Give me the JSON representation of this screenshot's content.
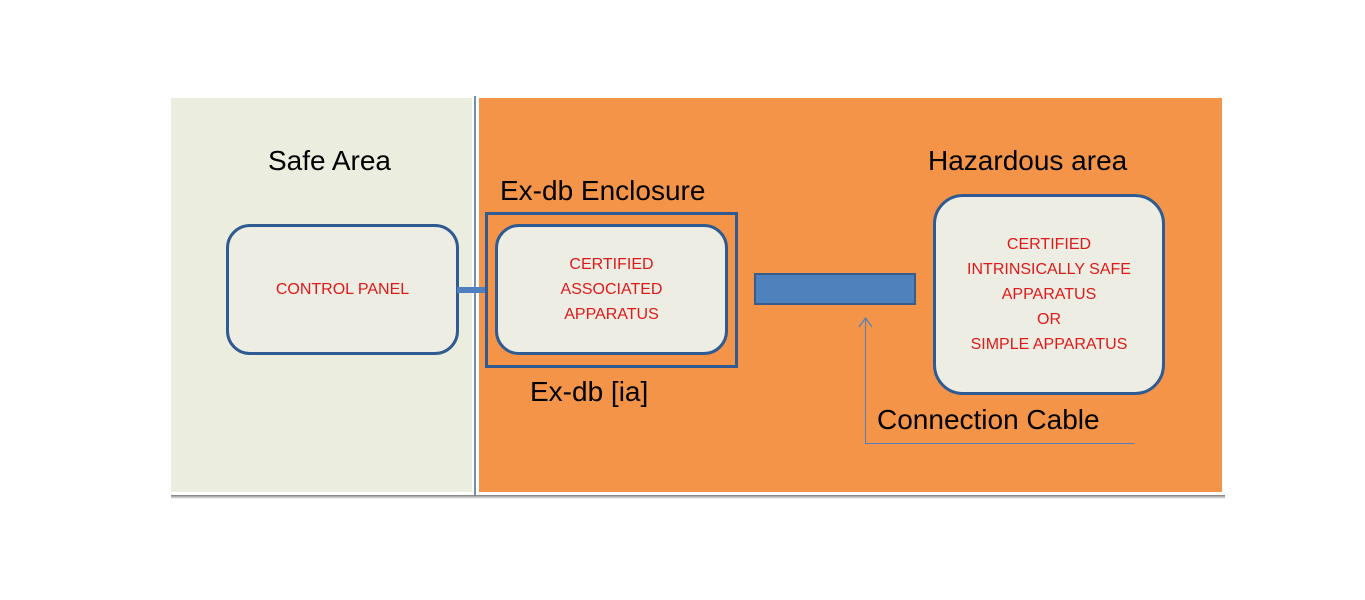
{
  "zones": {
    "safe": {
      "title": "Safe Area",
      "color": "#ebeedf"
    },
    "hazardous": {
      "title": "Hazardous area",
      "color": "#f39449"
    }
  },
  "nodes": {
    "control_panel": {
      "label": "CONTROL PANEL"
    },
    "associated_apparatus": {
      "label": "CERTIFIED\nASSOCIATED\nAPPARATUS"
    },
    "field_apparatus": {
      "label": "CERTIFIED\nINTRINSICALLY SAFE\nAPPARATUS\nOR\nSIMPLE APPARATUS"
    }
  },
  "labels": {
    "enclosure_title": "Ex-db Enclosure",
    "enclosure_marking": "Ex-db [ia]",
    "cable_label": "Connection Cable"
  },
  "colors": {
    "box_border": "#2f5b92",
    "box_fill": "#edede3",
    "node_text": "#dd1a1a",
    "cable": "#4f81bd"
  }
}
